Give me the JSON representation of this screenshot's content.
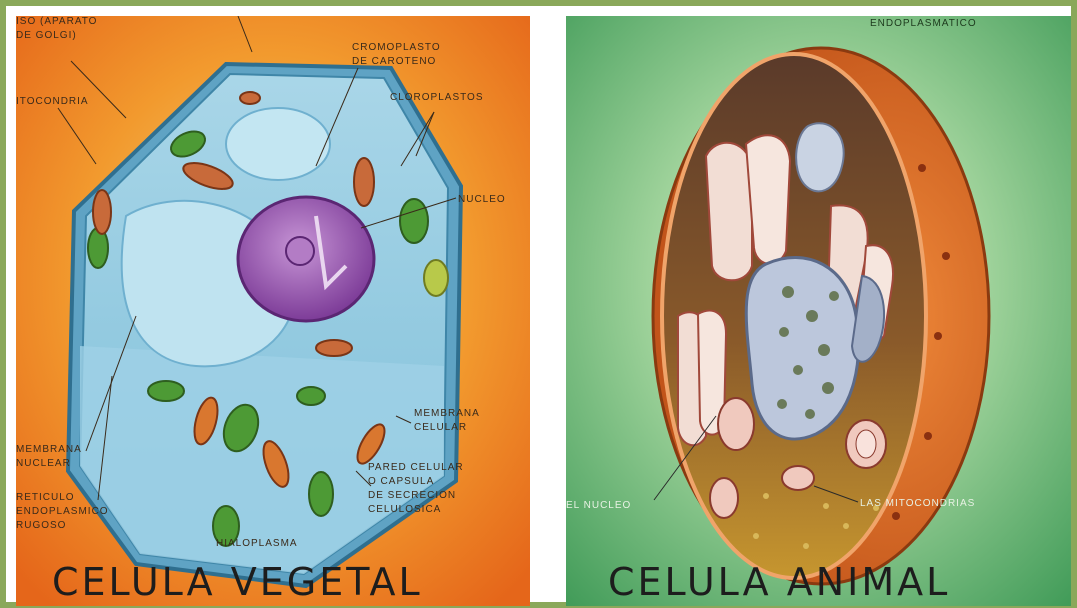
{
  "plant_cell": {
    "title": "CELULA VEGETAL",
    "labels": {
      "golgi_1": "ISO (APARATO",
      "golgi_2": "DE GOLGI)",
      "chromoplast_1": "CROMOPLASTO",
      "chromoplast_2": "DE CAROTENO",
      "mitochondria": "ITOCONDRIA",
      "chloroplasts": "CLOROPLASTOS",
      "nucleus": "NUCLEO",
      "cell_membrane_1": "MEMBRANA",
      "cell_membrane_2": "CELULAR",
      "nuclear_membrane_1": "MEMBRANA",
      "nuclear_membrane_2": "NUCLEAR",
      "cell_wall_1": "PARED CELULAR",
      "cell_wall_2": "O CAPSULA",
      "cell_wall_3": "DE SECRECION",
      "cell_wall_4": "CELULOSICA",
      "er_1": "RETICULO",
      "er_2": "ENDOPLASMICO",
      "er_3": "RUGOSO",
      "hyaloplasm": "HIALOPLASMA"
    }
  },
  "animal_cell": {
    "title": "CELULA ANIMAL",
    "labels": {
      "er_top": "ENDOPLASMATICO",
      "nucleus": "EL NUCLEO",
      "mitochondria": "LAS MITOCONDRIAS"
    }
  },
  "colors": {
    "frame": "#8aa85a",
    "plant_background": "#ef8c22",
    "animal_background": "#4faa63",
    "animal_membrane": "#e0782a"
  }
}
